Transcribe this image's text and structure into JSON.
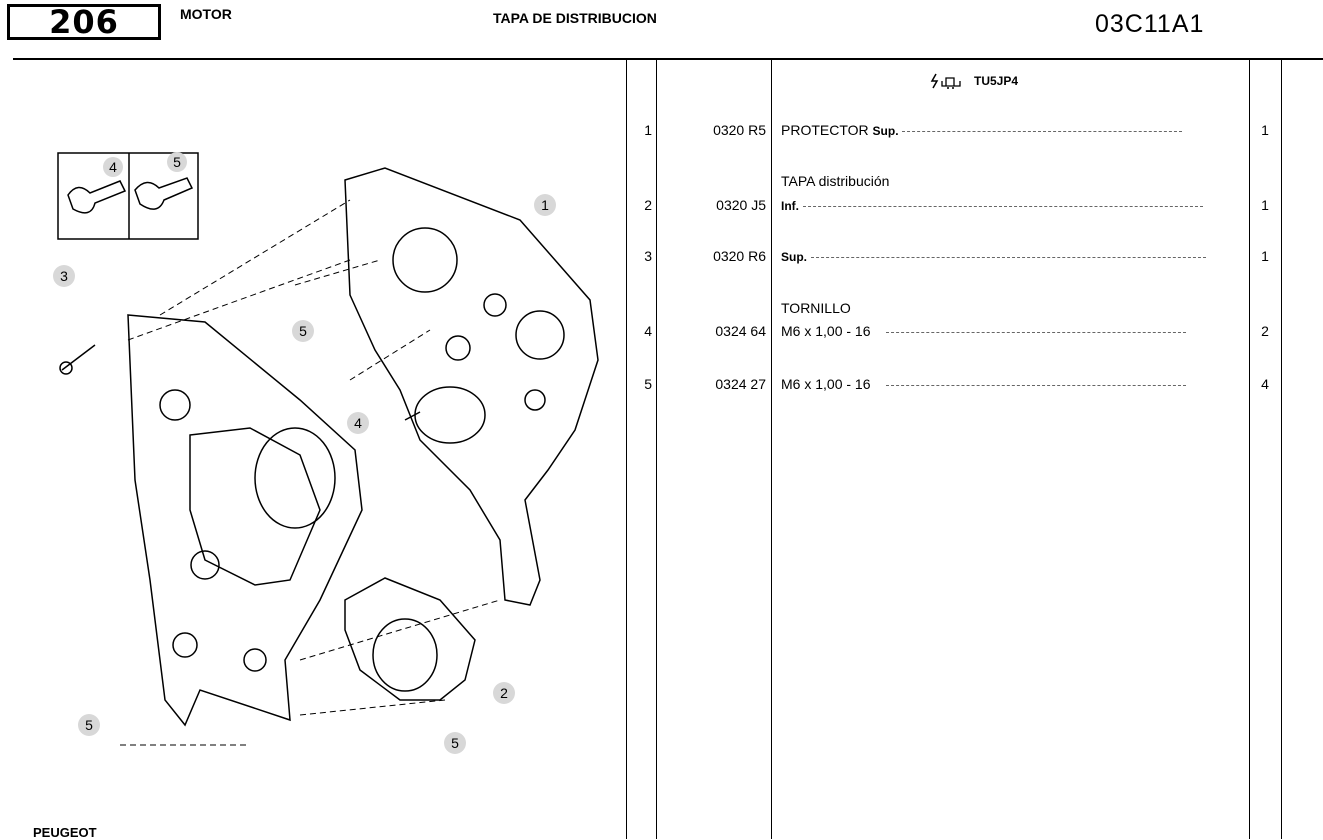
{
  "header": {
    "logo": "206",
    "section": "MOTOR",
    "title": "TAPA DE DISTRIBUCION",
    "code": "03C11A1"
  },
  "engine": {
    "code": "TU5JP4",
    "icon": "engine-spark-icon"
  },
  "brand": "PEUGEOT",
  "callouts": [
    "1",
    "2",
    "3",
    "4",
    "5"
  ],
  "parts": [
    {
      "no": "1",
      "part": "0320 R5",
      "title": "",
      "desc": "PROTECTOR",
      "sub": "Sup.",
      "qty": "1"
    },
    {
      "no": "2",
      "part": "0320 J5",
      "title": "TAPA distribución",
      "desc": "",
      "sub": "Inf.",
      "qty": "1"
    },
    {
      "no": "3",
      "part": "0320 R6",
      "title": "",
      "desc": "",
      "sub": "Sup.",
      "qty": "1"
    },
    {
      "no": "4",
      "part": "0324 64",
      "title": "TORNILLO",
      "desc": "M6 x 1,00 - 16",
      "sub": "",
      "qty": "2"
    },
    {
      "no": "5",
      "part": "0324 27",
      "title": "",
      "desc": "M6 x 1,00 - 16",
      "sub": "",
      "qty": "4"
    }
  ]
}
